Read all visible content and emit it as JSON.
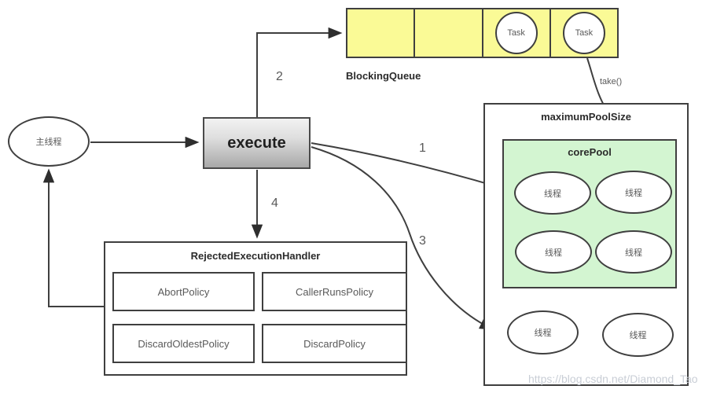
{
  "colors": {
    "queue_fill": "#fafa96",
    "core_pool_fill": "#d3f5d1",
    "border": "#3f3f3f",
    "label_gray": "#595959",
    "watermark": "#c9ced6"
  },
  "nodes": {
    "main_thread": "主线程",
    "execute": "execute",
    "blocking_queue_title": "BlockingQueue",
    "tasks": [
      "Task",
      "Task"
    ],
    "take_label": "take()",
    "max_pool_title": "maximumPoolSize",
    "core_pool_title": "corePool",
    "core_threads": [
      "线程",
      "线程",
      "线程",
      "线程"
    ],
    "outer_threads": [
      "线程",
      "线程"
    ],
    "handler_title": "RejectedExecutionHandler",
    "policies": [
      "AbortPolicy",
      "CallerRunsPolicy",
      "DiscardOldestPolicy",
      "DiscardPolicy"
    ],
    "watermark": "https://blog.csdn.net/Diamond_Tao"
  },
  "arrow_labels": {
    "n1": "1",
    "n2": "2",
    "n3": "3",
    "n4": "4"
  }
}
